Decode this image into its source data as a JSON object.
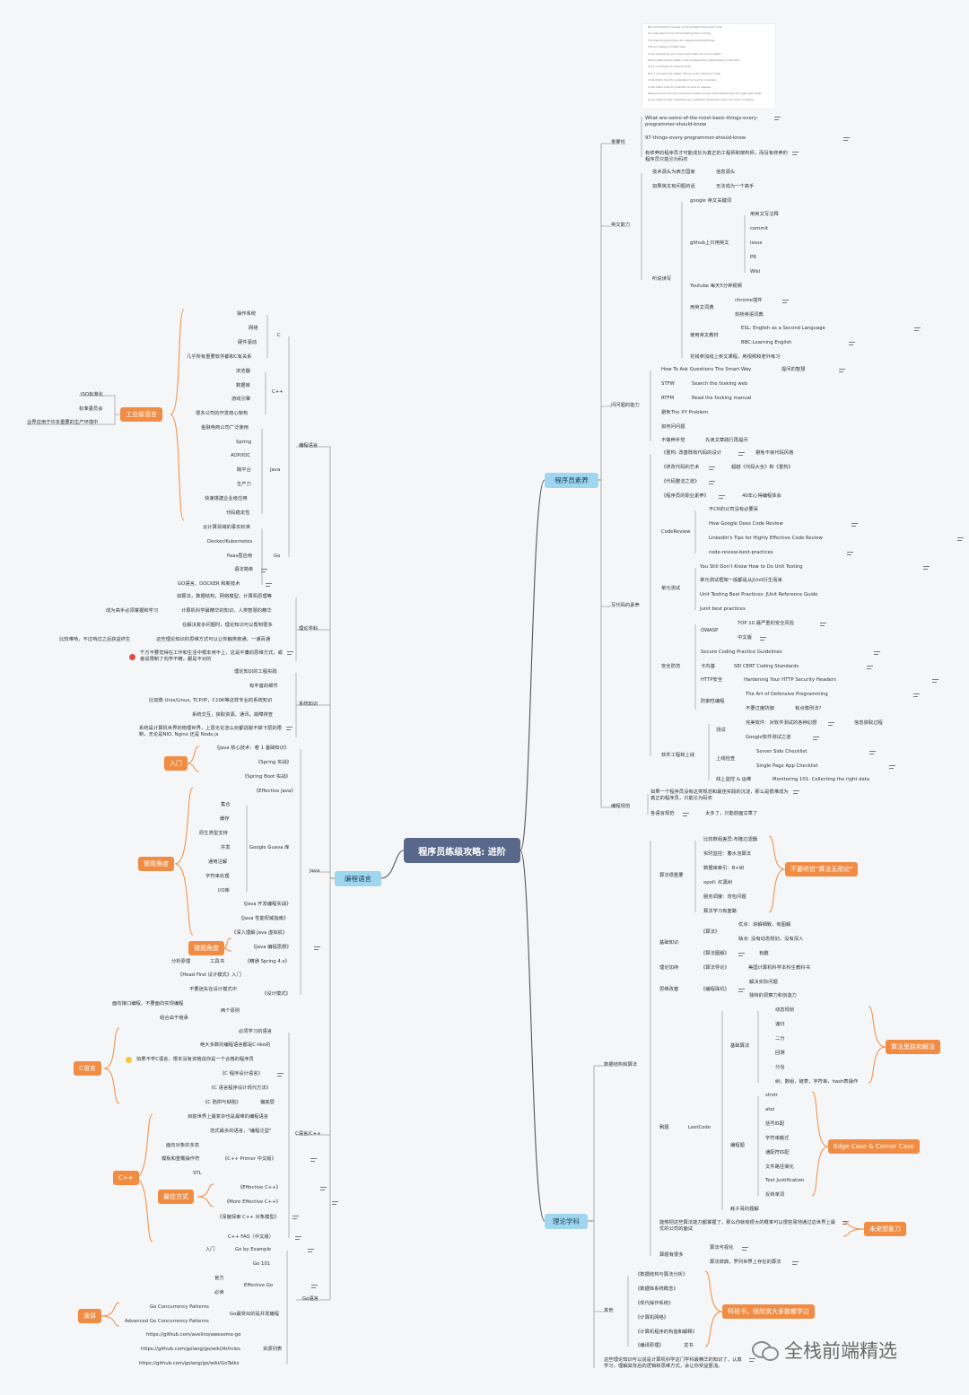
{
  "title": "程序员练级攻略: 进阶",
  "watermark": "全栈前端精选",
  "panel_lines": [
    "Bad architecture causes more problems than bad code.",
    "You will spend more time thinking than coding.",
    "The best programmers are always building things.",
    "There's always a better way.",
    "Code reviews by your peers will make all of you better.",
    "Fewer features for better code is always the right answer in the end.",
    "If it's not tested, it doesn't work.",
    "Don't reinvent the wheel, library code is there to help.",
    "Code that's hard to understand is hard to maintain.",
    "Code that's hard to maintain is next to useless.",
    "Always know how your business makes money, that determines who gets paid what.",
    "If you want to feel important as a software developer, work at a tech company."
  ],
  "labels": [
    {
      "id": "n0",
      "text": "What-are-some-of-the-most-basic-things-every-programmer-should-know"
    },
    {
      "id": "n1",
      "text": "97-things-every-programmer-should-know"
    },
    {
      "id": "n2",
      "text": "有修养的程序员才可能成长为真正的工程师和架构师，而没有修养的程序员只能沦为码农"
    },
    {
      "id": "n3",
      "text": "重要性"
    },
    {
      "id": "n4",
      "text": "技术源头为西方国家"
    },
    {
      "id": "n5",
      "text": "信息源头"
    },
    {
      "id": "n6",
      "text": "如果英文有问题的话"
    },
    {
      "id": "n7",
      "text": "无法成为一个高手"
    },
    {
      "id": "n8",
      "text": "google 英文关键词"
    },
    {
      "id": "n9",
      "text": "用英文写注释"
    },
    {
      "id": "n10",
      "text": "commit"
    },
    {
      "id": "n11",
      "text": "issue"
    },
    {
      "id": "n12",
      "text": "PR"
    },
    {
      "id": "n13",
      "text": "Wiki"
    },
    {
      "id": "n14",
      "text": "github上只用英文"
    },
    {
      "id": "n15",
      "text": "英文能力"
    },
    {
      "id": "n16",
      "text": "听说读写"
    },
    {
      "id": "n17",
      "text": "Youtube 每天5分钟视频"
    },
    {
      "id": "n18",
      "text": "chrome插件"
    },
    {
      "id": "n19",
      "text": "用英文词典"
    },
    {
      "id": "n20",
      "text": "剑桥英语词典"
    },
    {
      "id": "n21",
      "text": "ESL: English as a Second Language"
    },
    {
      "id": "n22",
      "text": "使用英文教材"
    },
    {
      "id": "n23",
      "text": "BBC:Learning English"
    },
    {
      "id": "n24",
      "text": "花钱参加线上英文课程，用视频和老外练习"
    },
    {
      "id": "n25",
      "text": "How To Ask Questions The Smart Way"
    },
    {
      "id": "n26",
      "text": "提问的智慧"
    },
    {
      "id": "n27",
      "text": "STFW"
    },
    {
      "id": "n28",
      "text": "Search the fxxking web"
    },
    {
      "id": "n29",
      "text": "RTFM"
    },
    {
      "id": "n30",
      "text": "Read the fxxking manual"
    },
    {
      "id": "n31",
      "text": "问问题的能力"
    },
    {
      "id": "n32",
      "text": "避免The XY Problem"
    },
    {
      "id": "n33",
      "text": "如何问问题"
    },
    {
      "id": "n34",
      "text": "不做伸手党"
    },
    {
      "id": "n35",
      "text": "先读文章践行再提问"
    },
    {
      "id": "n36",
      "text": "《重构: 改善既有代码的设计"
    },
    {
      "id": "n37",
      "text": "避免不良代码风格"
    },
    {
      "id": "n38",
      "text": "《修改代码的艺术"
    },
    {
      "id": "n39",
      "text": "超越《代码大全》和《重构》"
    },
    {
      "id": "n40",
      "text": "《代码整洁之道》"
    },
    {
      "id": "n41",
      "text": "《程序员的职业素养》"
    },
    {
      "id": "n42",
      "text": "40年心得编程体会"
    },
    {
      "id": "n43",
      "text": "不CR的公司没有必要呆"
    },
    {
      "id": "n44",
      "text": "How Google Does Code Review"
    },
    {
      "id": "n45",
      "text": "CodeReview"
    },
    {
      "id": "n46",
      "text": "LinkedIn's Tips for Highly Effective Code Review"
    },
    {
      "id": "n47",
      "text": "code-review-best-practices"
    },
    {
      "id": "n48",
      "text": "You Still Don't Know How to Do Unit Testing"
    },
    {
      "id": "n49",
      "text": "单元测试框架一般都是从JUnit衍生而来"
    },
    {
      "id": "n50",
      "text": "单元测试"
    },
    {
      "id": "n51",
      "text": "Unit Testing Best Practices: JUnit Reference Guide"
    },
    {
      "id": "n52",
      "text": "写代码的素养"
    },
    {
      "id": "n53",
      "text": "Junit best practices"
    },
    {
      "id": "n54",
      "text": "TOP 10 最严重的安全风险"
    },
    {
      "id": "n55",
      "text": "OWASP"
    },
    {
      "id": "n56",
      "text": "中文版"
    },
    {
      "id": "n57",
      "text": "Secure Coding Practice Guidelines"
    },
    {
      "id": "n58",
      "text": "安全防范"
    },
    {
      "id": "n59",
      "text": "卡内基"
    },
    {
      "id": "n60",
      "text": "SEI CERT Coding Standards"
    },
    {
      "id": "n61",
      "text": "HTTP安全"
    },
    {
      "id": "n62",
      "text": "Hardening Your HTTP Security Headers"
    },
    {
      "id": "n63",
      "text": "The Art of Defensive Programming"
    },
    {
      "id": "n64",
      "text": "防御性编程"
    },
    {
      "id": "n65",
      "text": "不要过度防御"
    },
    {
      "id": "n66",
      "text": "有点像刑法？"
    },
    {
      "id": "n67",
      "text": "完美软件：对软件测试的各种幻想"
    },
    {
      "id": "n68",
      "text": "信息获取过程"
    },
    {
      "id": "n69",
      "text": "测试"
    },
    {
      "id": "n70",
      "text": "Google软件测试之道"
    },
    {
      "id": "n71",
      "text": "Server Side Checklist"
    },
    {
      "id": "n72",
      "text": "软件工程和上线"
    },
    {
      "id": "n73",
      "text": "上线检查"
    },
    {
      "id": "n74",
      "text": "Single Page App Checklist"
    },
    {
      "id": "n75",
      "text": "线上监控 & 运维"
    },
    {
      "id": "n76",
      "text": "Monitoring 101: Collecting the right data"
    },
    {
      "id": "n77",
      "text": "如果一个程序员没有这类规范和最佳实践的沉淀，那么是很难成为真正的程序员，只能沦为码农"
    },
    {
      "id": "n78",
      "text": "编程规范"
    },
    {
      "id": "n79",
      "text": "各语言规范"
    },
    {
      "id": "n80",
      "text": "太多了，只能前面文章了"
    },
    {
      "id": "n81",
      "text": "比较数组差异:布隆过滤器"
    },
    {
      "id": "n82",
      "text": "实时监控：蓄水池算法"
    },
    {
      "id": "n83",
      "text": "算法很重要"
    },
    {
      "id": "n84",
      "text": "数据库索引：B+树"
    },
    {
      "id": "n85",
      "text": "epoll: 红黑树"
    },
    {
      "id": "n86",
      "text": "服务调度：背包问题"
    },
    {
      "id": "n87",
      "text": "算法学习有套路"
    },
    {
      "id": "n88",
      "text": "优点：讲解细致，有图解"
    },
    {
      "id": "n89",
      "text": "《算法》"
    },
    {
      "id": "n90",
      "text": "基础知识"
    },
    {
      "id": "n91",
      "text": "缺点: 没有动态规划，没有深入"
    },
    {
      "id": "n92",
      "text": "《算法图解》"
    },
    {
      "id": "n93",
      "text": "有趣"
    },
    {
      "id": "n94",
      "text": "理论加持"
    },
    {
      "id": "n95",
      "text": "《算法导论》"
    },
    {
      "id": "n96",
      "text": "美国计算机科学本科生教科书"
    },
    {
      "id": "n97",
      "text": "解决实际问题"
    },
    {
      "id": "n98",
      "text": "思维改善"
    },
    {
      "id": "n99",
      "text": "《编程珠玑》"
    },
    {
      "id": "n100",
      "text": "独特的洞察力和创造力"
    },
    {
      "id": "n101",
      "text": "动态规划"
    },
    {
      "id": "n102",
      "text": "递归"
    },
    {
      "id": "n103",
      "text": "二分"
    },
    {
      "id": "n104",
      "text": "基础算法"
    },
    {
      "id": "n105",
      "text": "回溯"
    },
    {
      "id": "n106",
      "text": "数据结构和算法"
    },
    {
      "id": "n107",
      "text": "分治"
    },
    {
      "id": "n108",
      "text": "树，数组，链表，字符串，hash表操作"
    },
    {
      "id": "n109",
      "text": "strstr"
    },
    {
      "id": "n110",
      "text": "atoi"
    },
    {
      "id": "n111",
      "text": "括号匹配"
    },
    {
      "id": "n112",
      "text": "刷题"
    },
    {
      "id": "n113",
      "text": "LeetCode"
    },
    {
      "id": "n114",
      "text": "字符串搬迁"
    },
    {
      "id": "n115",
      "text": "编程题"
    },
    {
      "id": "n116",
      "text": "通配符匹配"
    },
    {
      "id": "n117",
      "text": "文件路径简化"
    },
    {
      "id": "n118",
      "text": "Text Justification"
    },
    {
      "id": "n119",
      "text": "反转单词"
    },
    {
      "id": "n120",
      "text": "耗子哥的题解"
    },
    {
      "id": "n121",
      "text": "能够把这些算法能力都掌握了，那么你就有很大的概率可以很容易地通过这世界上最优的公司的面试"
    },
    {
      "id": "n122",
      "text": "算法可视化"
    },
    {
      "id": "n123",
      "text": "算题有很多"
    },
    {
      "id": "n124",
      "text": "算法辞典，罗列世界上存在的算法"
    },
    {
      "id": "n125",
      "text": "《数据结构与算法分析》"
    },
    {
      "id": "n126",
      "text": "《数据库系统概念》"
    },
    {
      "id": "n127",
      "text": "《现代操作系统》"
    },
    {
      "id": "n128",
      "text": "其他"
    },
    {
      "id": "n129",
      "text": "《计算机网络》"
    },
    {
      "id": "n130",
      "text": "《计算机程序的构造和解释》"
    },
    {
      "id": "n131",
      "text": "《编译原理》"
    },
    {
      "id": "n132",
      "text": "龙书"
    },
    {
      "id": "n133",
      "text": "这些理论知识可以说是计算机科学这门学科最精华的知识了，认真学习，理解其背后的逻辑和思维方式，会让你受益匪浅。"
    },
    {
      "id": "n134",
      "text": "操作系统"
    },
    {
      "id": "n135",
      "text": "网络"
    },
    {
      "id": "n136",
      "text": "硬件驱动"
    },
    {
      "id": "n137",
      "text": "C"
    },
    {
      "id": "n138",
      "text": "几乎所有重要软件都和C有关系"
    },
    {
      "id": "n139",
      "text": "浏览器"
    },
    {
      "id": "n140",
      "text": "数据库"
    },
    {
      "id": "n141",
      "text": "C++"
    },
    {
      "id": "n142",
      "text": "游戏引擎"
    },
    {
      "id": "n143",
      "text": "很多公司的开发核心架构"
    },
    {
      "id": "n144",
      "text": "ISO标准化"
    },
    {
      "id": "n145",
      "text": "金融电商公司广泛使用"
    },
    {
      "id": "n146",
      "text": "标准委员会"
    },
    {
      "id": "n147",
      "text": "Spring"
    },
    {
      "id": "n148",
      "text": "业界应用于许多重要的生产环境中"
    },
    {
      "id": "n149",
      "text": "AOP/IOC"
    },
    {
      "id": "n150",
      "text": "跨平台"
    },
    {
      "id": "n151",
      "text": "Java"
    },
    {
      "id": "n152",
      "text": "编程语言"
    },
    {
      "id": "n153",
      "text": "生产力"
    },
    {
      "id": "n154",
      "text": "快速搭建企业级应用"
    },
    {
      "id": "n155",
      "text": "代码稳定性"
    },
    {
      "id": "n156",
      "text": "云计算领域的事实标准"
    },
    {
      "id": "n157",
      "text": "Docker/Kubernetes"
    },
    {
      "id": "n158",
      "text": "Paas层应用"
    },
    {
      "id": "n159",
      "text": "Go"
    },
    {
      "id": "n160",
      "text": "语法简单"
    },
    {
      "id": "n161",
      "text": "GO语言、DOCKER 和新技术"
    },
    {
      "id": "n162",
      "text": "如算法，数据结构，网络模型，计算机原理等"
    },
    {
      "id": "n163",
      "text": "成为高手必须掌握和学习"
    },
    {
      "id": "n164",
      "text": "计算机科学最精华的知识，人类智慧的精华"
    },
    {
      "id": "n165",
      "text": "在解决复杂问题时，理论知识可以帮到很多"
    },
    {
      "id": "n166",
      "text": "理论学科"
    },
    {
      "id": "n167",
      "text": "比较难啃，不过啃过之后获益终生"
    },
    {
      "id": "n168",
      "text": "这些理论知识的思维方式可以让你触类旁通，一通百通"
    },
    {
      "id": "n169",
      "text": "千万不要觉得在工作和生活中根本用不上，这是平庸的思维方式，或者说限制了向学不精，都是不对的"
    },
    {
      "id": "n170",
      "text": "理论知识的工程实践"
    },
    {
      "id": "n171",
      "text": "有丰富的细节"
    },
    {
      "id": "n172",
      "text": "比如像 Unix/Linux, TCP/IP，C10K等这样专业的系统知识"
    },
    {
      "id": "n173",
      "text": "系统知识"
    },
    {
      "id": "n174",
      "text": "系统交互，获取资源，通讯，故障排查"
    },
    {
      "id": "n175",
      "text": "系统是计算机世界的物理世界，上层无论怎么玩都逃脱不掉下层的限制，无论是NIO, Nginx 还是 Node.js"
    },
    {
      "id": "n176",
      "text": "《Java 核心技术：卷 1 基础知识》"
    },
    {
      "id": "n177",
      "text": "入门"
    },
    {
      "id": "n178",
      "text": "《Spring 实战》"
    },
    {
      "id": "n179",
      "text": "《Spring Boot 实战》"
    },
    {
      "id": "n180",
      "text": "《Effective Java》"
    },
    {
      "id": "n181",
      "text": "集合"
    },
    {
      "id": "n182",
      "text": "缓存"
    },
    {
      "id": "n183",
      "text": "原生类型支持"
    },
    {
      "id": "n184",
      "text": "微观角度"
    },
    {
      "id": "n185",
      "text": "并发"
    },
    {
      "id": "n186",
      "text": "Google Guava 库"
    },
    {
      "id": "n187",
      "text": "通用注解"
    },
    {
      "id": "n188",
      "text": "字符串处理"
    },
    {
      "id": "n189",
      "text": "I/O库"
    },
    {
      "id": "n190",
      "text": "Java"
    },
    {
      "id": "n191",
      "text": "《Java 开发编程实战》"
    },
    {
      "id": "n192",
      "text": "《Java 性能权威指南》"
    },
    {
      "id": "n193",
      "text": "《深入理解 Java 虚拟机》"
    },
    {
      "id": "n194",
      "text": "微观角度"
    },
    {
      "id": "n195",
      "text": "《Java 编程思想》"
    },
    {
      "id": "n196",
      "text": "分析原理"
    },
    {
      "id": "n197",
      "text": "工具书"
    },
    {
      "id": "n198",
      "text": "《精通 Spring 4.x》"
    },
    {
      "id": "n199",
      "text": "《Head First 设计模式》入门"
    },
    {
      "id": "n200",
      "text": "不要迷失在设计模式中"
    },
    {
      "id": "n201",
      "text": "《设计模式》"
    },
    {
      "id": "n202",
      "text": "面向接口编程，不要面向实现编程"
    },
    {
      "id": "n203",
      "text": "两个原则"
    },
    {
      "id": "n204",
      "text": "组合由于继承"
    },
    {
      "id": "n205",
      "text": "必须学习的语言"
    },
    {
      "id": "n206",
      "text": "绝大多数的编程语言都是C-like的"
    },
    {
      "id": "n207",
      "text": "C语言"
    },
    {
      "id": "n208",
      "text": "如果不学C语言，根本没有资格说你是一个合格的程序员"
    },
    {
      "id": "n209",
      "text": "《C 程序设计语言》"
    },
    {
      "id": "n210",
      "text": "《C 语言程序设计现代方法》"
    },
    {
      "id": "n211",
      "text": "《C 陷阱与缺陷》"
    },
    {
      "id": "n212",
      "text": "偏底层"
    },
    {
      "id": "n213",
      "text": "目前世界上最复杂也是最难的编程语言"
    },
    {
      "id": "n214",
      "text": "范式最多的语言，\"编程泛型\""
    },
    {
      "id": "n215",
      "text": "C语言/C++"
    },
    {
      "id": "n216",
      "text": "面向对象的多态"
    },
    {
      "id": "n217",
      "text": "模板和重载操作符"
    },
    {
      "id": "n218",
      "text": "《C++ Primer 中文版》"
    },
    {
      "id": "n219",
      "text": "C++"
    },
    {
      "id": "n220",
      "text": "STL"
    },
    {
      "id": "n221",
      "text": "《Effective C++》"
    },
    {
      "id": "n222",
      "text": "最佳方式"
    },
    {
      "id": "n223",
      "text": "《More Effective C++》"
    },
    {
      "id": "n224",
      "text": "《深度探索 C++ 对象模型》"
    },
    {
      "id": "n225",
      "text": "C++ FAQ（中文版）"
    },
    {
      "id": "n226",
      "text": "入门"
    },
    {
      "id": "n227",
      "text": "Go by Example"
    },
    {
      "id": "n228",
      "text": "Go 101"
    },
    {
      "id": "n229",
      "text": "官方"
    },
    {
      "id": "n230",
      "text": "Effective Go"
    },
    {
      "id": "n231",
      "text": "必读"
    },
    {
      "id": "n232",
      "text": "Go语言"
    },
    {
      "id": "n233",
      "text": "Go Concurrency Patterns"
    },
    {
      "id": "n234",
      "text": "演讲"
    },
    {
      "id": "n235",
      "text": "Go最突出的是并发编程"
    },
    {
      "id": "n236",
      "text": "Advanced Go Concurrency Patterns"
    },
    {
      "id": "n237",
      "text": "https://github.com/avelino/awesome-go"
    },
    {
      "id": "n238",
      "text": "https://github.com/golang/go/wiki/Articles"
    },
    {
      "id": "n239",
      "text": "资源列表"
    },
    {
      "id": "n240",
      "text": "https://github.com/golang/go/wiki/GoTalks"
    }
  ],
  "main_topics": [
    {
      "id": "m0",
      "text": "程序员素养"
    },
    {
      "id": "m1",
      "text": "理论学科"
    },
    {
      "id": "m2",
      "text": "编程语言"
    }
  ],
  "tags": [
    {
      "id": "g0",
      "text": "不要听信\"算法无用论\""
    },
    {
      "id": "g1",
      "text": "算法思路和解法"
    },
    {
      "id": "g2",
      "text": "Edge Case & Corner Case"
    },
    {
      "id": "g3",
      "text": "未来想象力"
    },
    {
      "id": "g4",
      "text": "科班书，很欣赏大多数都学过"
    },
    {
      "id": "g5",
      "text": "工业级语言"
    },
    {
      "id": "g6",
      "text": "入门"
    },
    {
      "id": "g7",
      "text": "微观角度"
    },
    {
      "id": "g8",
      "text": "微观角度"
    },
    {
      "id": "g9",
      "text": "C语言"
    },
    {
      "id": "g10",
      "text": "C++"
    },
    {
      "id": "g11",
      "text": "最佳方式"
    },
    {
      "id": "g12",
      "text": "演讲"
    }
  ]
}
